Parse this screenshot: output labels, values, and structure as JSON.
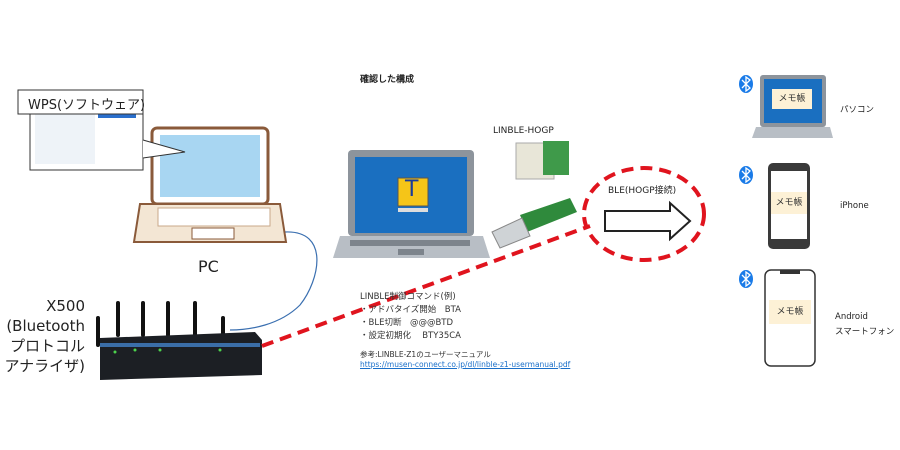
{
  "left": {
    "callout_label": "WPS(ソフトウェア)",
    "pc_label": "PC",
    "analyzer_lines": [
      "X500",
      "(Bluetooth",
      "プロトコル",
      "アナライザ)"
    ]
  },
  "center": {
    "title": "確認した構成",
    "module_label": "LINBLE-HOGP",
    "t_icon": "T",
    "ble_label": "BLE(HOGP接続)",
    "commands": [
      "LINBLE制御コマンド(例)",
      "・アドバタイズ開始　BTA",
      "・BLE切断　@@@BTD",
      "・設定初期化　 BTY35CA"
    ],
    "reference": "参考:LINBLE-Z1のユーザーマニュアル",
    "reference_link": "https://musen-connect.co.jp/dl/linble-z1-usermanual.pdf"
  },
  "right": {
    "memo": "メモ帳",
    "devices": [
      {
        "label": "パソコン"
      },
      {
        "label": "iPhone"
      },
      {
        "label": "Android",
        "label2": "スマートフォン"
      }
    ]
  },
  "colors": {
    "red_dash": "#e0141e",
    "bluetooth": "#1a7be8",
    "link": "#1a6fc9",
    "laptop_brown": "#8a5a3a"
  }
}
